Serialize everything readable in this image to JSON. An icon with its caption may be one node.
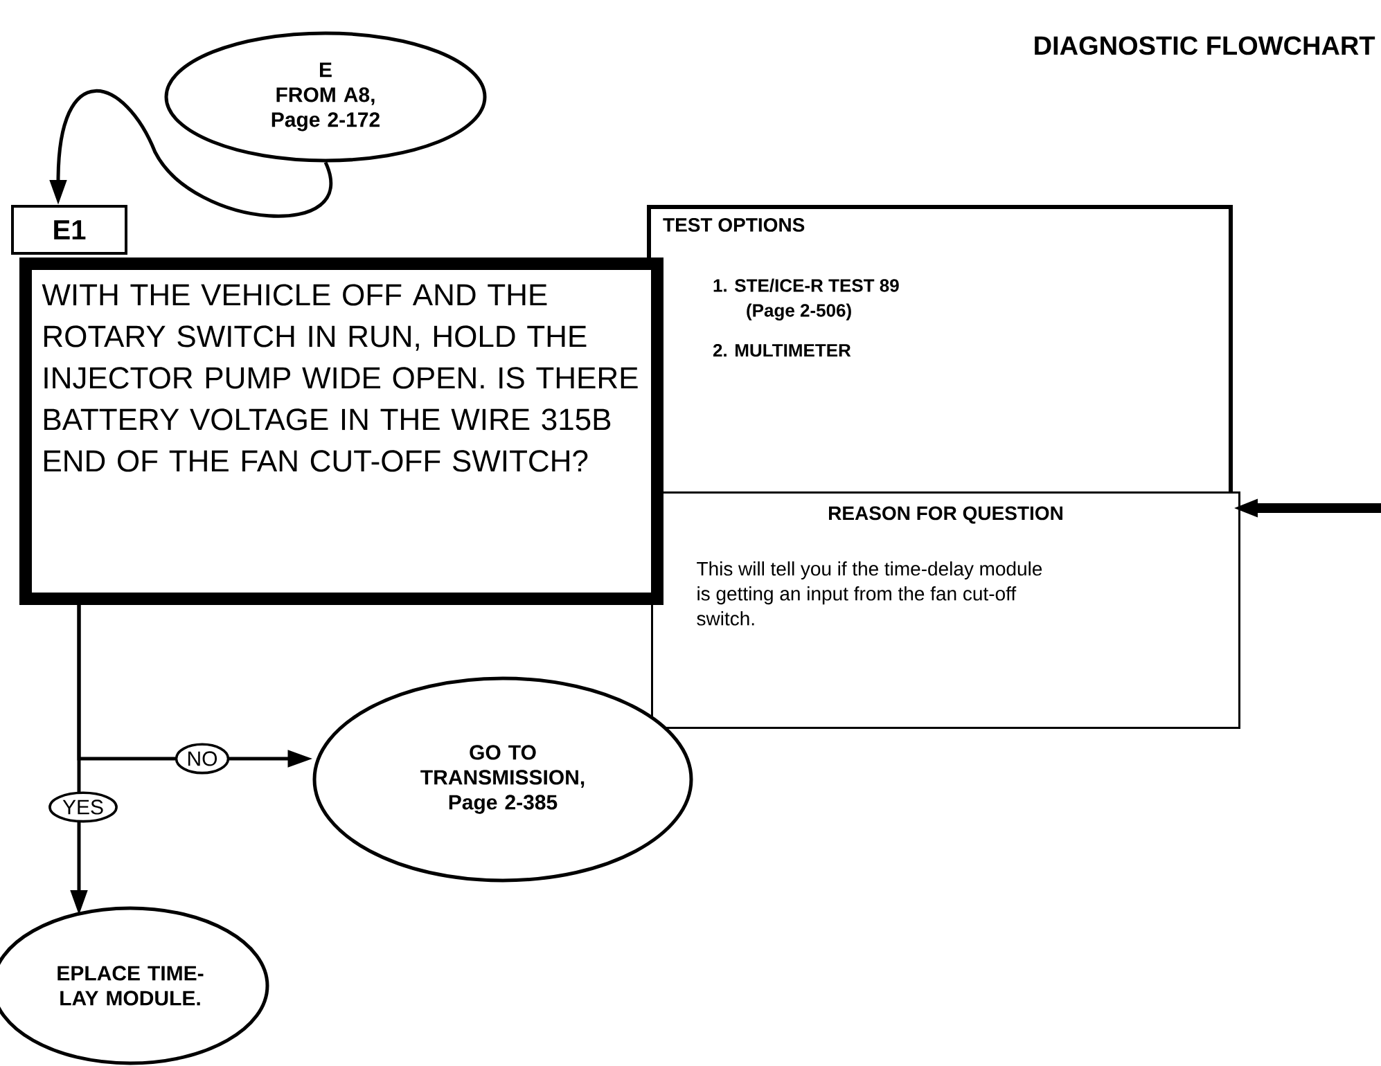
{
  "diagram": {
    "title": "DIAGNOSTIC FLOWCHART",
    "nodes": [
      {
        "text": [
          "E",
          "FROM A8, Page 2-172"
        ]
      },
      {
        "text": [
          "E1"
        ]
      },
      {
        "text": [
          "WITH THE VEHICLE OFF AND THE ROTARY SWITCH IN RUN, HOLD THE INJECTOR PUMP WIDE OPEN.  IS THERE BATTERY VOLTAGE IN THE WIRE 315B END OF THE FAN CUT-OFF SWITCH?"
        ]
      },
      {
        "text": [
          "TEST OPTIONS",
          "1.  STE/ICE-R TEST 89 (Page 2-506)",
          "2.  MULTIMETER"
        ]
      },
      {
        "text": [
          "REASON FOR QUESTION",
          "This will tell you if the time-delay module is getting an  input from the fan cut-off switch."
        ]
      },
      {
        "text": [
          "GO TO TRANSMISSION, Page 2-385"
        ]
      },
      {
        "text": [
          "EPLACE TIME- LAY MODULE."
        ]
      }
    ],
    "edges": [
      {
        "from": 0,
        "to": 1,
        "arrow": "to"
      },
      {
        "from": 2,
        "to": 5,
        "arrow": "to",
        "label": "NO"
      },
      {
        "from": 2,
        "to": 6,
        "arrow": "to",
        "label": "YES"
      },
      {
        "from": null,
        "to": 3,
        "arrow": "to",
        "style": "thick"
      }
    ]
  }
}
